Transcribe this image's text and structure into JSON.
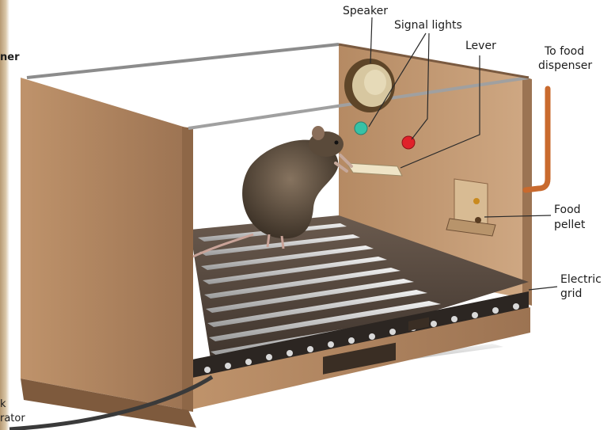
{
  "labels": {
    "speaker": "Speaker",
    "signal_lights": "Signal lights",
    "lever": "Lever",
    "to_food_dispenser_1": "To food",
    "to_food_dispenser_2": "dispenser",
    "food_pellet_1": "Food",
    "food_pellet_2": "pellet",
    "electric_grid_1": "Electric",
    "electric_grid_2": "grid",
    "cut_top_left": "ner",
    "cut_bottom_left_1": "k",
    "cut_bottom_left_2": "rator"
  },
  "colors": {
    "wood_light": "#c9a17a",
    "wood_mid": "#b08560",
    "wood_dark": "#8a6444",
    "grid_bar": "#d8d8d8",
    "pipe": "#c96a2e",
    "signal_green": "#37c2a6",
    "signal_red": "#e0222a",
    "speaker_ring": "#6f5433",
    "rat": "#6c5a48"
  }
}
